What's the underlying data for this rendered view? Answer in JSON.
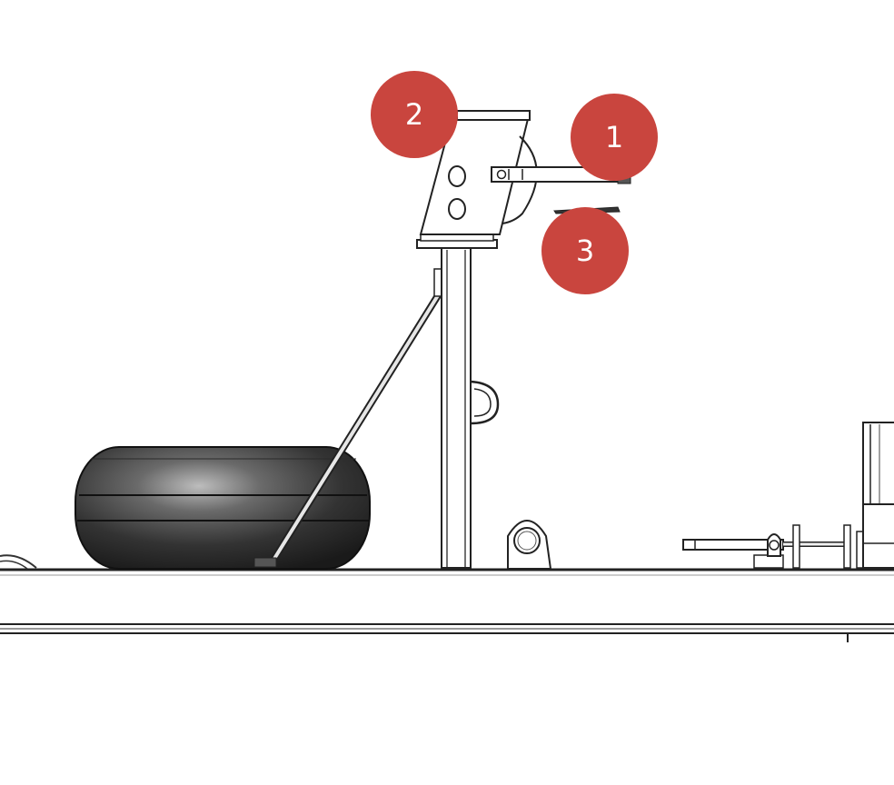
{
  "callout_color": "#c9453e",
  "callouts": [
    {
      "label": "1"
    },
    {
      "label": "2"
    },
    {
      "label": "3"
    }
  ]
}
